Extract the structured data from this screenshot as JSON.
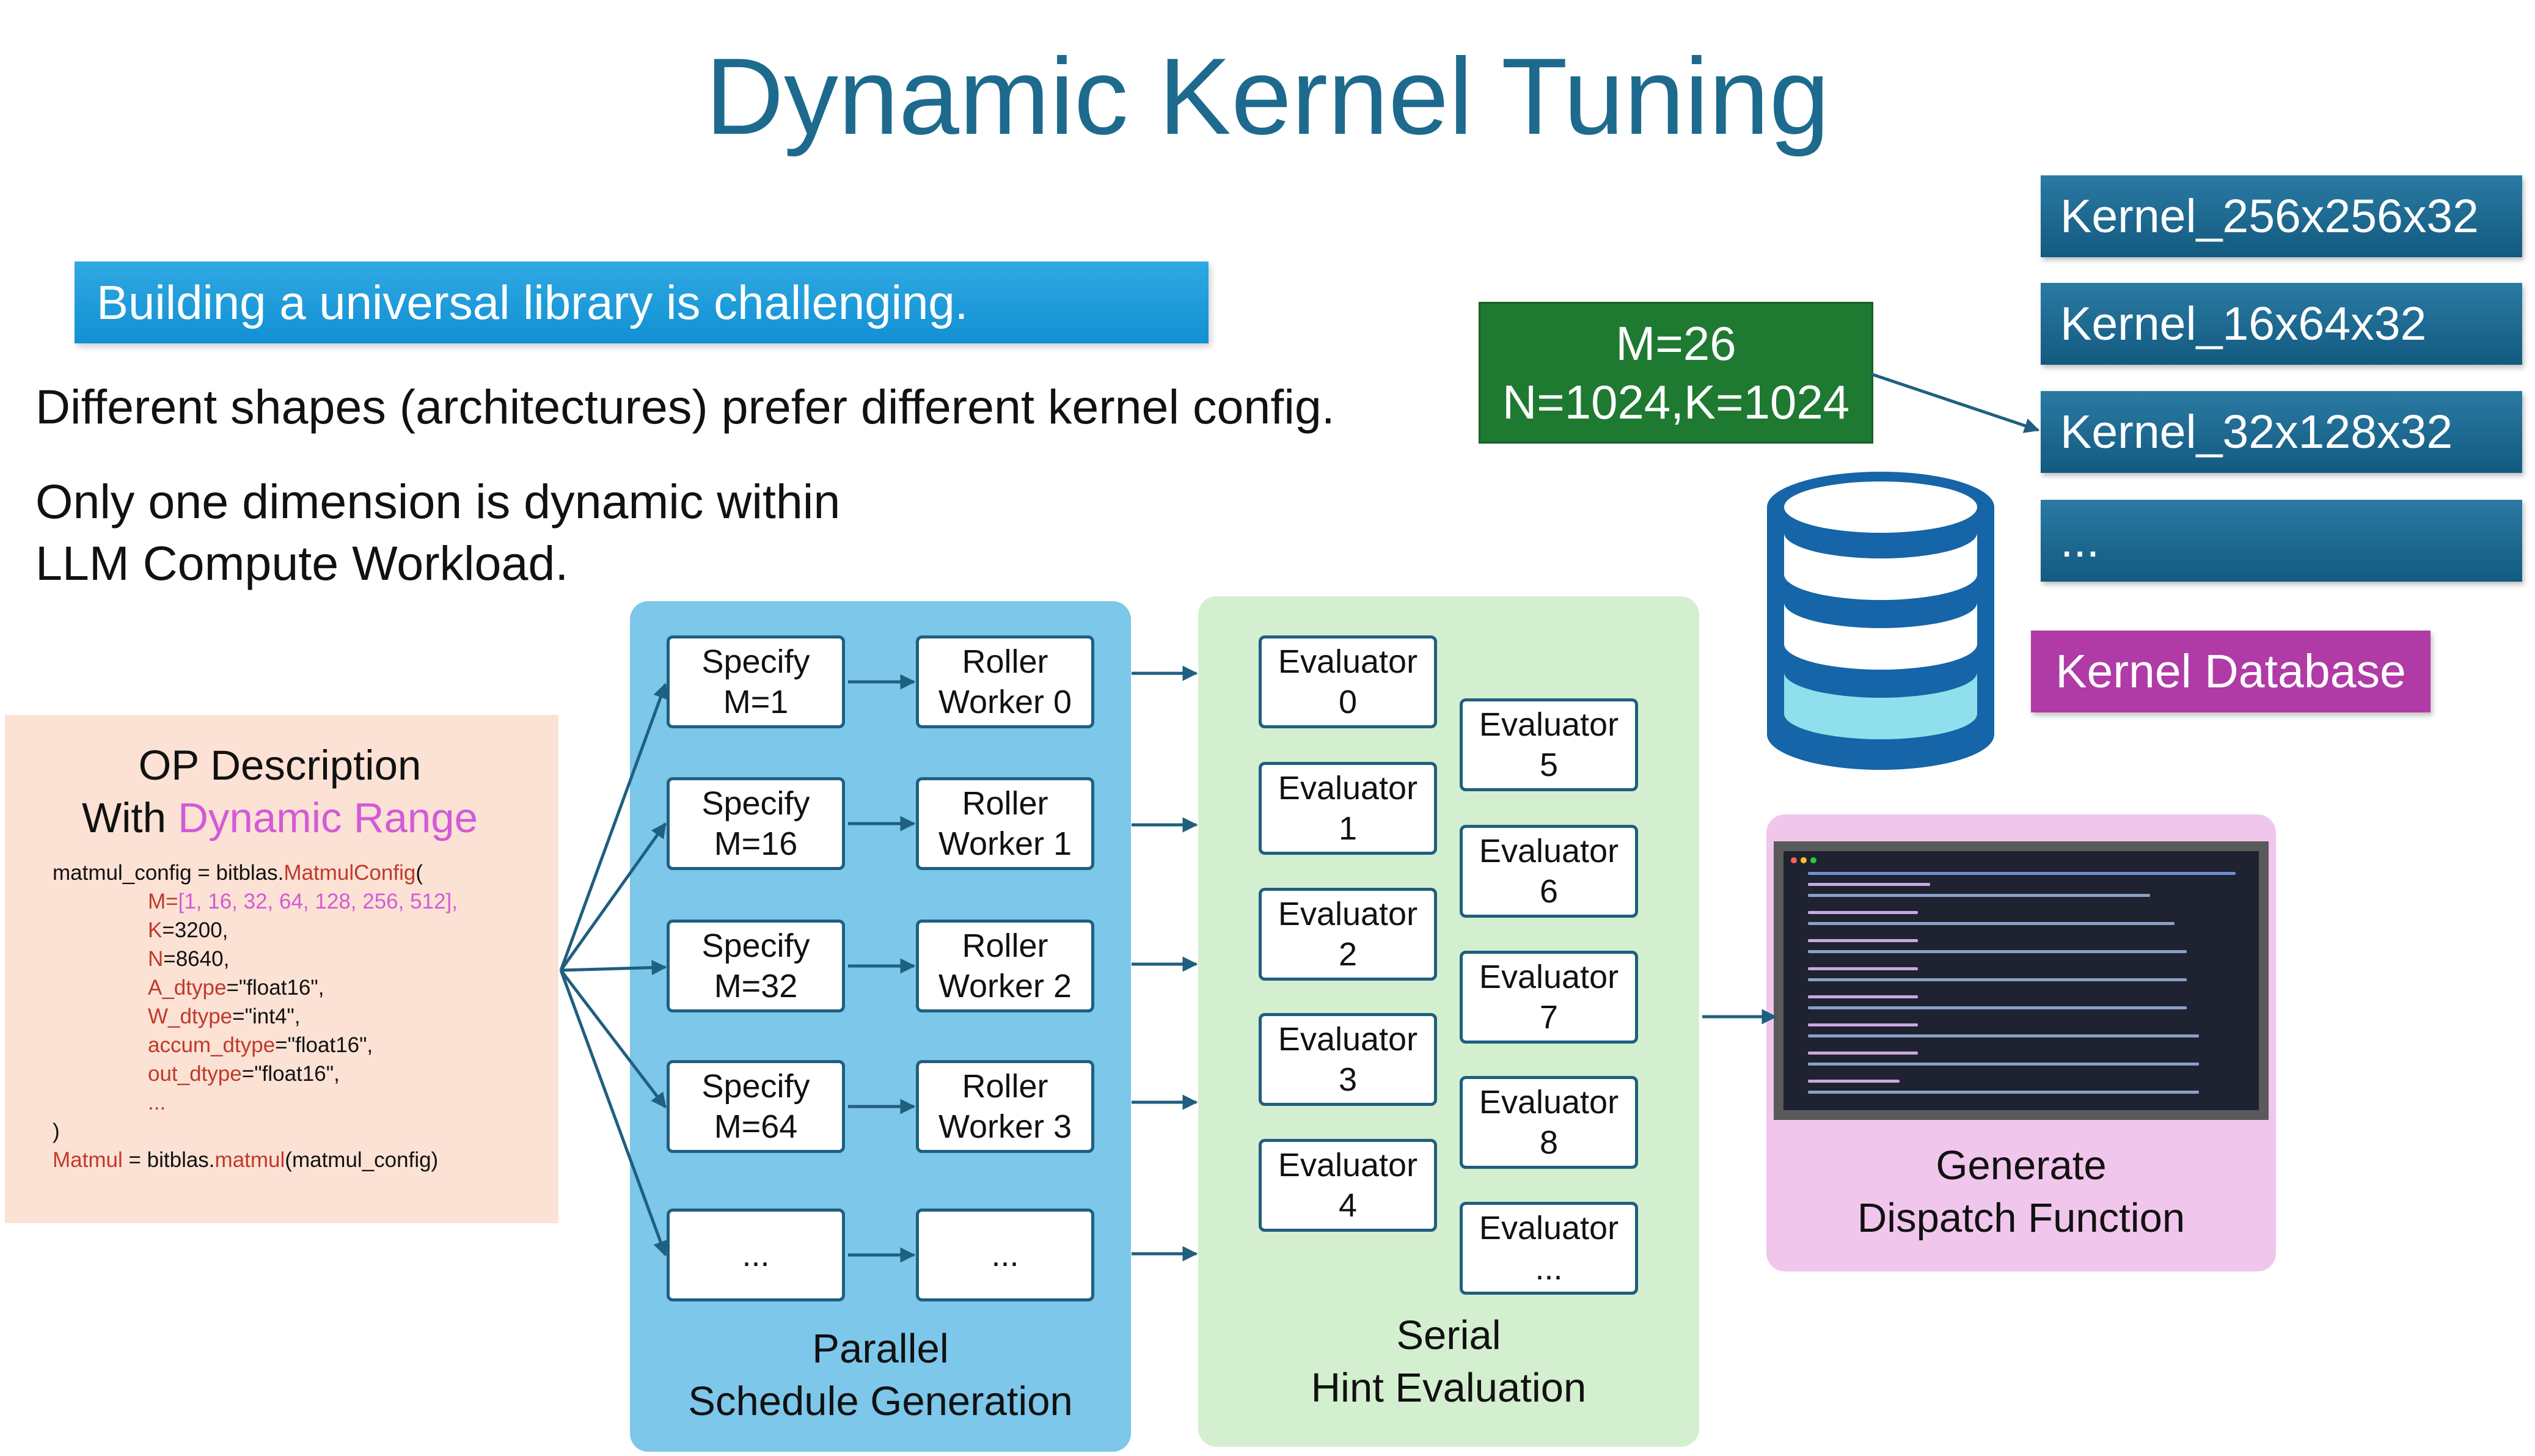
{
  "title": "Dynamic Kernel Tuning",
  "challenge_banner": "Building a universal library is challenging.",
  "paragraph_1": "Different shapes (architectures) prefer different kernel config.",
  "paragraph_2_line1": "Only one dimension is dynamic within",
  "paragraph_2_line2": "LLM Compute Workload.",
  "op": {
    "title_line1": "OP Description",
    "title_line2_prefix": "With ",
    "title_line2_highlight": "Dynamic Range",
    "code": {
      "l1_var": "matmul_config",
      "l1_eq": " = bitblas.",
      "l1_cls": "MatmulConfig",
      "l1_paren": "(",
      "m_key": "M=",
      "m_val": "[1, 16, 32, 64, 128, 256, 512],",
      "k_key": "K",
      "k_val": "=3200,",
      "n_key": "N",
      "n_val": "=8640,",
      "a_key": "A_dtype",
      "a_val": "=\"float16\",",
      "w_key": "W_dtype",
      "w_val": "=\"int4\",",
      "acc_key": "accum_dtype",
      "acc_val": "=\"float16\",",
      "out_key": "out_dtype",
      "out_val": "=\"float16\",",
      "ellipsis": "...",
      "close": ")",
      "last_var": "Matmul",
      "last_eq": " = bitblas.",
      "last_fn": "matmul",
      "last_args": "(matmul_config)"
    }
  },
  "parallel": {
    "specify": [
      {
        "l1": "Specify",
        "l2": "M=1"
      },
      {
        "l1": "Specify",
        "l2": "M=16"
      },
      {
        "l1": "Specify",
        "l2": "M=32"
      },
      {
        "l1": "Specify",
        "l2": "M=64"
      },
      {
        "l1": "...",
        "l2": ""
      }
    ],
    "rollers": [
      {
        "l1": "Roller",
        "l2": "Worker 0"
      },
      {
        "l1": "Roller",
        "l2": "Worker 1"
      },
      {
        "l1": "Roller",
        "l2": "Worker 2"
      },
      {
        "l1": "Roller",
        "l2": "Worker 3"
      },
      {
        "l1": "...",
        "l2": ""
      }
    ],
    "caption_line1": "Parallel",
    "caption_line2": "Schedule Generation"
  },
  "serial": {
    "evaluators_left": [
      {
        "l1": "Evaluator",
        "l2": "0"
      },
      {
        "l1": "Evaluator",
        "l2": "1"
      },
      {
        "l1": "Evaluator",
        "l2": "2"
      },
      {
        "l1": "Evaluator",
        "l2": "3"
      },
      {
        "l1": "Evaluator",
        "l2": "4"
      }
    ],
    "evaluators_right": [
      {
        "l1": "Evaluator",
        "l2": "5"
      },
      {
        "l1": "Evaluator",
        "l2": "6"
      },
      {
        "l1": "Evaluator",
        "l2": "7"
      },
      {
        "l1": "Evaluator",
        "l2": "8"
      },
      {
        "l1": "Evaluator",
        "l2": "..."
      }
    ],
    "caption_line1": "Serial",
    "caption_line2": "Hint Evaluation"
  },
  "generate": {
    "caption_line1": "Generate",
    "caption_line2": "Dispatch Function"
  },
  "query": {
    "line1": "M=26",
    "line2": "N=1024,K=1024"
  },
  "kernels": [
    "Kernel_256x256x32",
    "Kernel_16x64x32",
    "Kernel_32x128x32",
    "..."
  ],
  "kernel_database_label": "Kernel Database",
  "colors": {
    "title": "#1d6a8e",
    "banner": "#1a9ad8",
    "parallel_panel": "#7cc7ea",
    "serial_panel": "#d4efcf",
    "generate_panel": "#f1c6ec",
    "op_panel": "#fbe2d4",
    "query_box": "#1f7a31",
    "kernel_box": "#1d6a93",
    "database_label": "#b03aa6",
    "database_icon": "#1565a8",
    "arrow": "#1f5f7f"
  }
}
